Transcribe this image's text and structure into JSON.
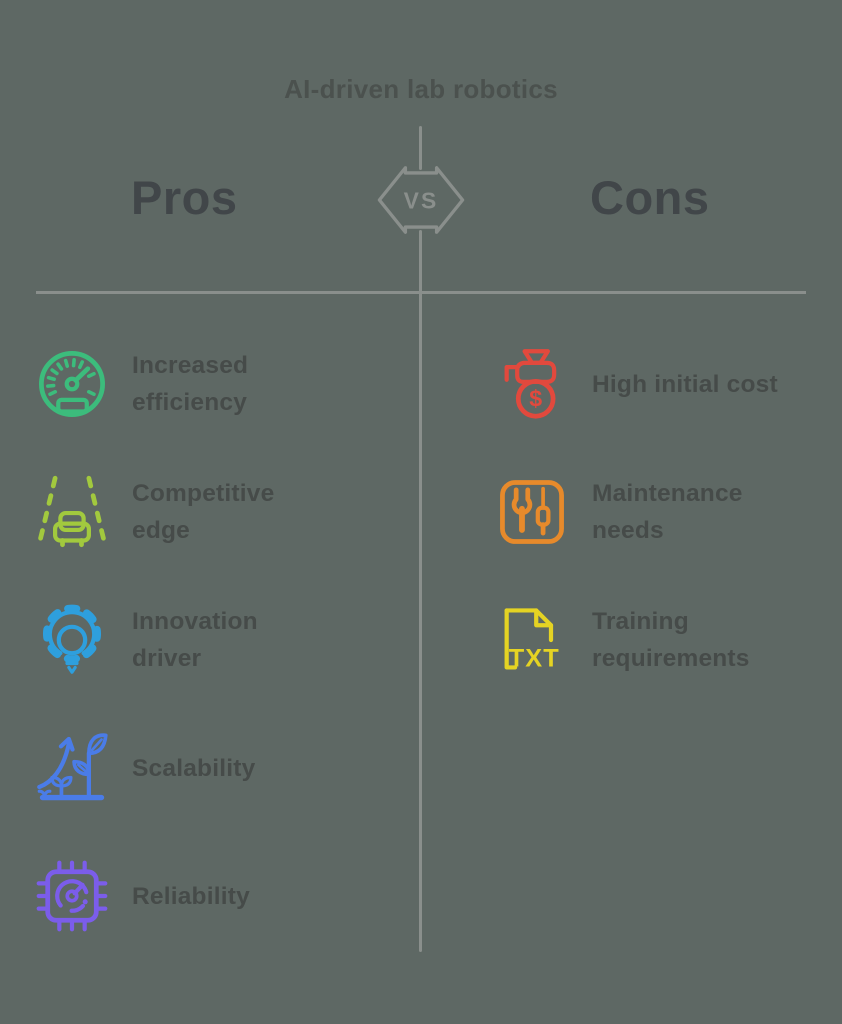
{
  "title": "AI-driven lab robotics",
  "vs_badge": {
    "label": "VS",
    "color": "#8a8f8c"
  },
  "theme": {
    "background": "#5e6864",
    "divider": "#8a8f8c",
    "title_color": "#4b514e",
    "heading_color": "#414649",
    "item_text_color": "#464b49"
  },
  "columns": {
    "pros": {
      "heading": "Pros",
      "items": [
        {
          "label": "Increased\nefficiency",
          "icon": "speedometer-icon",
          "color": "#3cbc7c"
        },
        {
          "label": "Competitive\nedge",
          "icon": "car-on-road-icon",
          "color": "#a2c93e"
        },
        {
          "label": "Innovation\ndriver",
          "icon": "gear-lightbulb-icon",
          "color": "#2e9fdd"
        },
        {
          "label": "Scalability",
          "icon": "growth-plant-icon",
          "color": "#4a7ce8"
        },
        {
          "label": "Reliability",
          "icon": "cpu-gauge-icon",
          "color": "#7b5dea"
        }
      ]
    },
    "cons": {
      "heading": "Cons",
      "items": [
        {
          "label": "High initial cost",
          "icon": "money-bag-icon",
          "color": "#e2493d",
          "glyph": "$"
        },
        {
          "label": "Maintenance\nneeds",
          "icon": "tools-icon",
          "color": "#e78a2b"
        },
        {
          "label": "Training\nrequirements",
          "icon": "txt-file-icon",
          "color": "#e5d323",
          "glyph": "TXT"
        }
      ]
    }
  }
}
